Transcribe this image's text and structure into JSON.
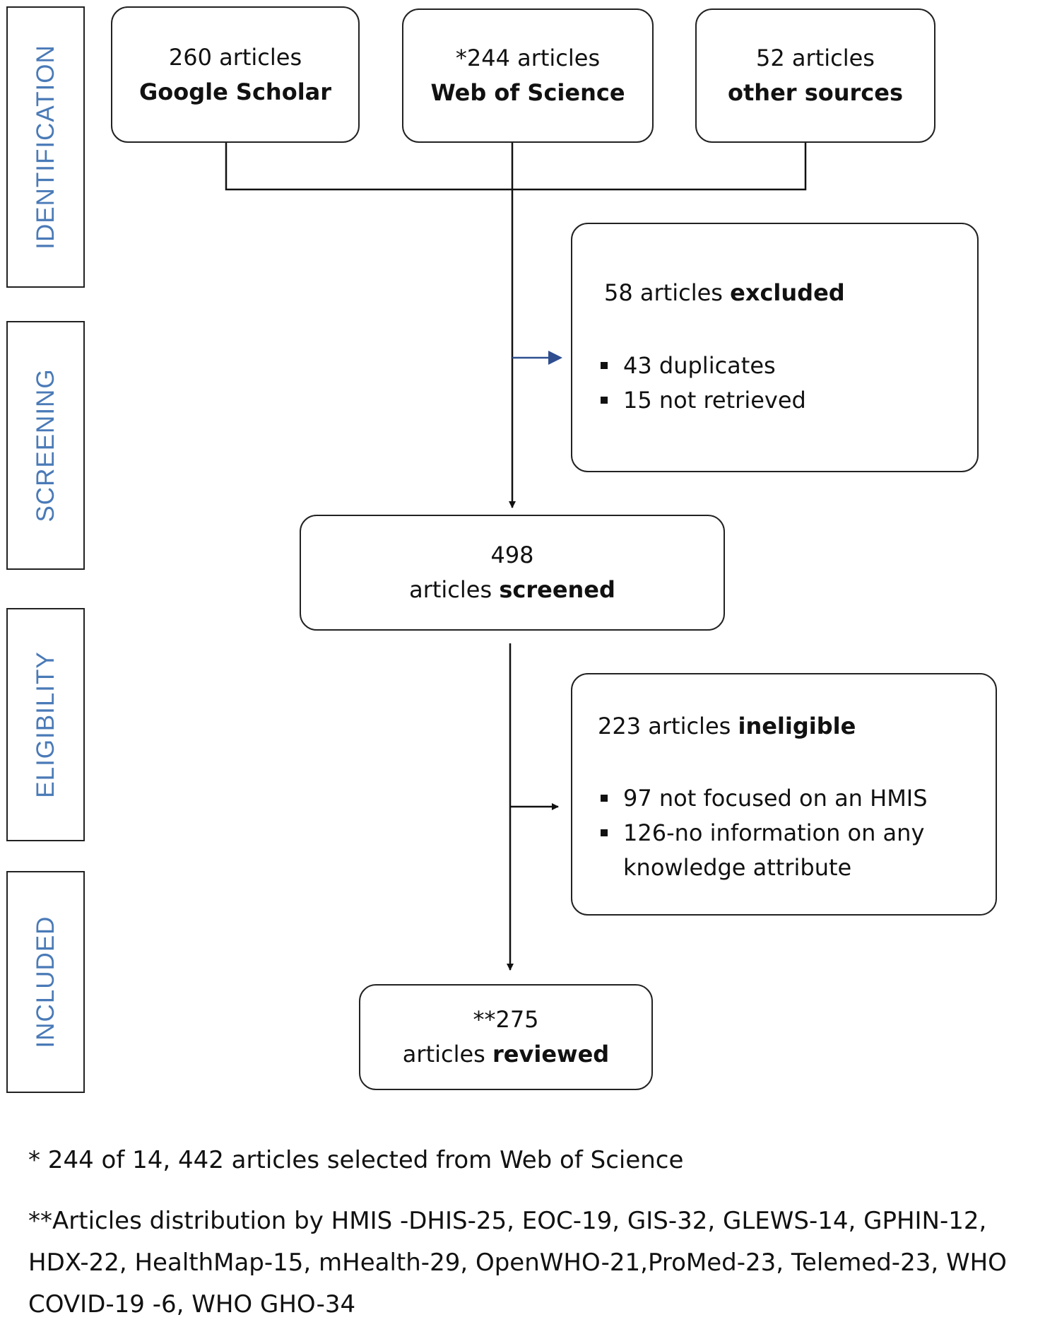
{
  "stages": [
    "IDENTIFICATION",
    "SCREENING",
    "ELIGIBILITY",
    "INCLUDED"
  ],
  "sources": [
    {
      "count": "260 articles",
      "name": "Google Scholar"
    },
    {
      "count": "*244 articles",
      "name": "Web of Science"
    },
    {
      "count": "52 articles",
      "name": "other sources"
    }
  ],
  "excluded": {
    "count": "58 articles",
    "label": "excluded",
    "items": [
      "43 duplicates",
      "15 not retrieved"
    ]
  },
  "screened": {
    "count": "498",
    "prefix": "articles",
    "label": "screened"
  },
  "ineligible": {
    "count": "223 articles",
    "label": "ineligible",
    "items": [
      "97 not focused on an HMIS",
      "126-no information on any",
      "knowledge attribute"
    ]
  },
  "reviewed": {
    "count": "**275",
    "prefix": "articles",
    "label": "reviewed"
  },
  "footnotes": {
    "note1": "* 244 of 14, 442 articles selected from Web of Science",
    "note2": "**Articles distribution by HMIS -DHIS-25, EOC-19, GIS-32, GLEWS-14, GPHIN-12, HDX-22, HealthMap-15, mHealth-29, OpenWHO-21,ProMed-23, Telemed-23, WHO COVID-19 -6, WHO GHO-34"
  },
  "colors": {
    "stage_text": "#4a7ab7",
    "accent_arrow": "#2e4e8f",
    "line": "#111111"
  }
}
